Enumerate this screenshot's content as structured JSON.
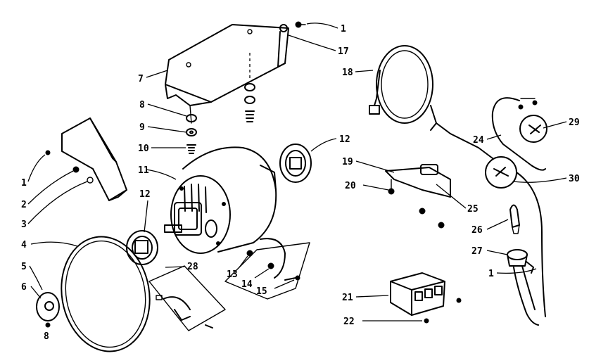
{
  "labels": {
    "l1a": "1",
    "l17": "17",
    "l7": "7",
    "l8": "8",
    "l9": "9",
    "l10": "10",
    "l11": "11",
    "l12a": "12",
    "l12b": "12",
    "l1b": "1",
    "l2": "2",
    "l3": "3",
    "l4": "4",
    "l5": "5",
    "l6": "6",
    "l6b": "8",
    "l28": "28",
    "l13": "13",
    "l14": "14",
    "l15": "15",
    "l18": "18",
    "l19": "19",
    "l20": "20",
    "l25": "25",
    "l21": "21",
    "l22": "22",
    "l24": "24",
    "l29": "29",
    "l30": "30",
    "l26": "26",
    "l27": "27",
    "l1c": "1"
  }
}
